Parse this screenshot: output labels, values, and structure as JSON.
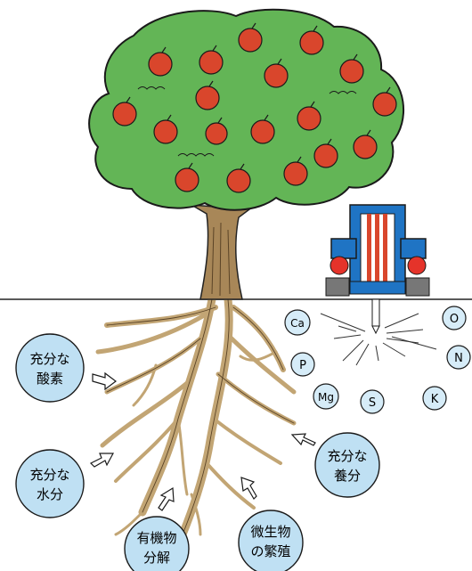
{
  "colors": {
    "leaf": "#63b556",
    "leaf_outline": "#1a1a1a",
    "fruit": "#d9462c",
    "trunk": "#a88758",
    "root": "#c2a574",
    "bubble": "#bfe0f3",
    "nutrient_bubble": "#d6ecf8",
    "machine_blue": "#1f74c4",
    "machine_red": "#e5332a",
    "machine_gray": "#777777"
  },
  "labels": {
    "oxygen": [
      "充分な",
      "酸素"
    ],
    "water": [
      "充分な",
      "水分"
    ],
    "nutrients": [
      "充分な",
      "養分"
    ],
    "organic": [
      "有機物",
      "分解"
    ],
    "microbes": [
      "微生物",
      "の繁殖"
    ]
  },
  "nutrients": {
    "ca": "Ca",
    "p": "P",
    "mg": "Mg",
    "s": "S",
    "o": "O",
    "n": "N",
    "k": "K"
  },
  "icons": {
    "arrow": "hollow-arrow-icon",
    "machine": "soil-injector-machine-icon"
  }
}
